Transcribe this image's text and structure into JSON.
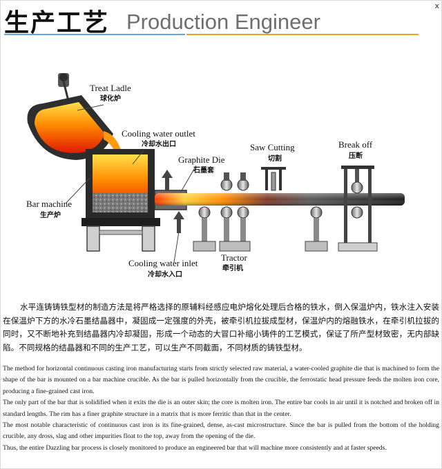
{
  "header": {
    "title_cn": "生产工艺",
    "title_en": "Production Engineer",
    "corner_mark": "x"
  },
  "diagram": {
    "labels": {
      "treat_ladle_en": "Treat Ladle",
      "treat_ladle_cn": "球化炉",
      "cooling_outlet_en": "Cooling water outlet",
      "cooling_outlet_cn": "冷却水出口",
      "graphite_die_en": "Graphite Die",
      "graphite_die_cn": "石墨套",
      "saw_cutting_en": "Saw Cutting",
      "saw_cutting_cn": "切割",
      "break_off_en": "Break off",
      "break_off_cn": "压断",
      "bar_machine_en": "Bar machine",
      "bar_machine_cn": "生产炉",
      "cooling_inlet_en": "Cooling water inlet",
      "cooling_inlet_cn": "冷却水入口",
      "tractor_en": "Tractor",
      "tractor_cn": "牵引机"
    },
    "colors": {
      "molten_hot": "#ffe04a",
      "molten": "#ff7a00",
      "molten_deep": "#e01a00",
      "steel_light": "#d8d8d8",
      "steel_dark": "#3a3a3a",
      "accent_blue": "#5aa9e6",
      "accent_orange": "#f0a020"
    }
  },
  "text": {
    "cn_paragraph": "水平连铸铸铁型材的制造方法是将严格选择的原辅料经感应电炉熔化处理后合格的铁水，倒入保温炉内，铁水注入安装在保温炉下方的水冷石墨结晶器中，凝固成一定强度的外壳，被牵引机拉拔成型材，保温炉内的熔融铁水，在牵引机拉拔的同时，又不断地补充到结晶器内冷却凝固，形成一个动态的大冒口补缩小铸件的工艺模式，保证了所产型材致密，无内部缺陷。不同规格的结晶器和不同的生产工艺，可以生产不同截面，不同材质的铸铁型材。",
    "en_paragraphs": [
      "The method for horizontal continuous casting iron manufacturing starts from strictly selected raw material, a water-cooled graphite die that is machined to form the shape of the bar is mounted on a bar machine crucible. As the bar is pulled horizontally from the crucible, the ferrostatic head pressure feeds the molten iron core, producing a fine-grained cast iron.",
      "The only part of the bar that is solidified when it exits the die is an outer skin; the core is molten iron. The entire bar cools in air until it is notched and broken off in standard lengths. The rim has a finer graphite structure in a matrix that is more ferritic than that in the center.",
      "The most notable characteristic of continuous cast iron is its fine-grained, dense, as-cast microstructure. Since the bar is pulled from the bottom of the holding crucible, any dross, slag and other impurities float to the top, away from the opening of the die.",
      "Thus, the entire Dazzling bar process is closely monitored to produce an engineered bar that will machine more consistently and at faster speeds."
    ]
  }
}
